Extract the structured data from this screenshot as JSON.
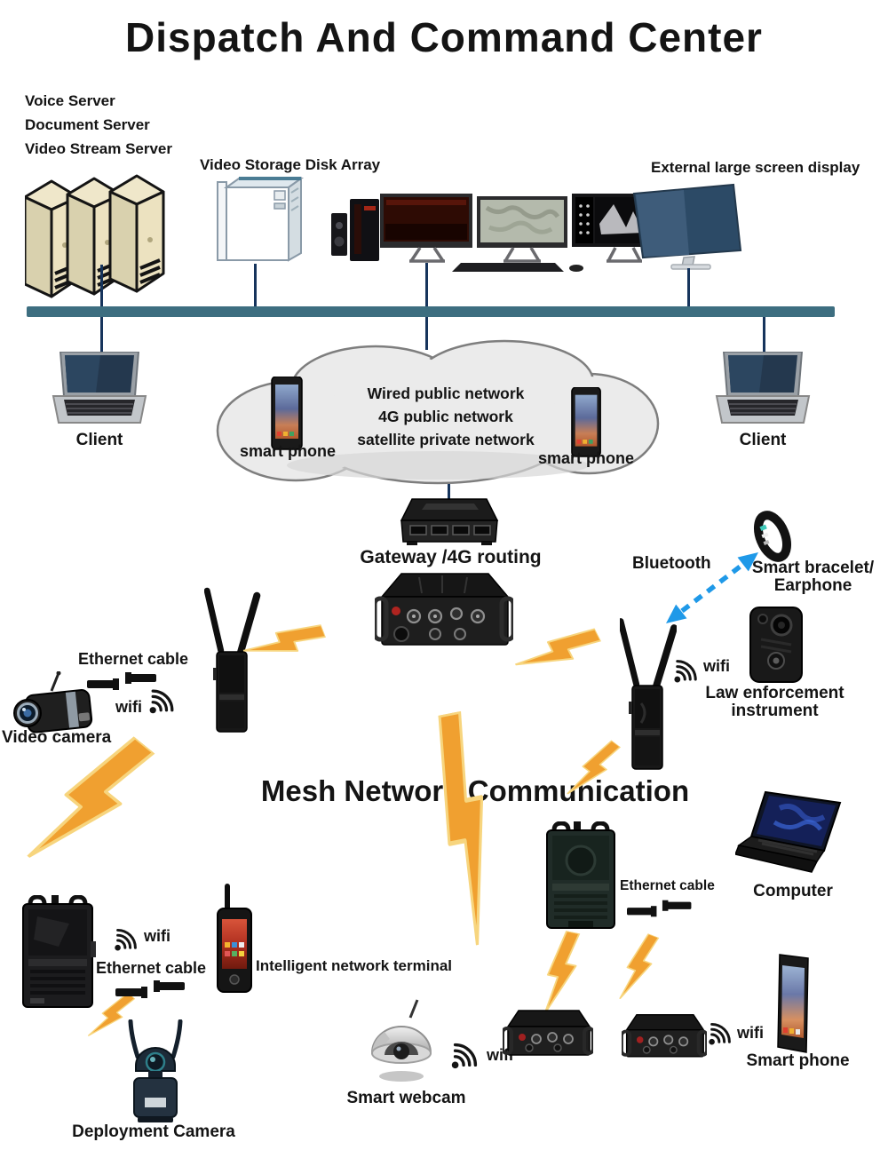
{
  "title": "Dispatch And Command Center",
  "mesh_title": "Mesh Network Communication",
  "servers": {
    "l1": "Voice Server",
    "l2": "Document Server",
    "l3": "Video Stream Server"
  },
  "labels": {
    "disk_array": "Video Storage Disk Array",
    "external_display": "External large screen display"
  },
  "client_left": "Client",
  "client_right": "Client",
  "cloud": {
    "l1": "Wired public network",
    "l2": "4G public network",
    "l3": "satellite private network",
    "phone_left": "smart phone",
    "phone_right": "smart phone"
  },
  "gateway_label": "Gateway /4G routing",
  "bluetooth_label": "Bluetooth",
  "bracelet": {
    "l1": "Smart bracelet/",
    "l2": "Earphone"
  },
  "law": {
    "wifi": "wifi",
    "l1": "Law enforcement",
    "l2": "instrument"
  },
  "left_branch": {
    "ethernet": "Ethernet cable",
    "wifi": "wifi",
    "camera": "Video camera"
  },
  "right_branch": {
    "ethernet": "Ethernet cable",
    "computer": "Computer"
  },
  "bottom_left": {
    "wifi": "wifi",
    "ethernet": "Ethernet cable",
    "terminal": "Intelligent network terminal",
    "deploy": "Deployment Camera"
  },
  "bottom_mid": {
    "webcam": "Smart webcam",
    "wifi": "wifi"
  },
  "bottom_right": {
    "wifi": "wifi",
    "phone": "Smart phone"
  },
  "colors": {
    "bus": "#3d6e80",
    "connector": "#16345c",
    "bolt": "#f0a030",
    "bluetooth": "#1f99e8"
  }
}
